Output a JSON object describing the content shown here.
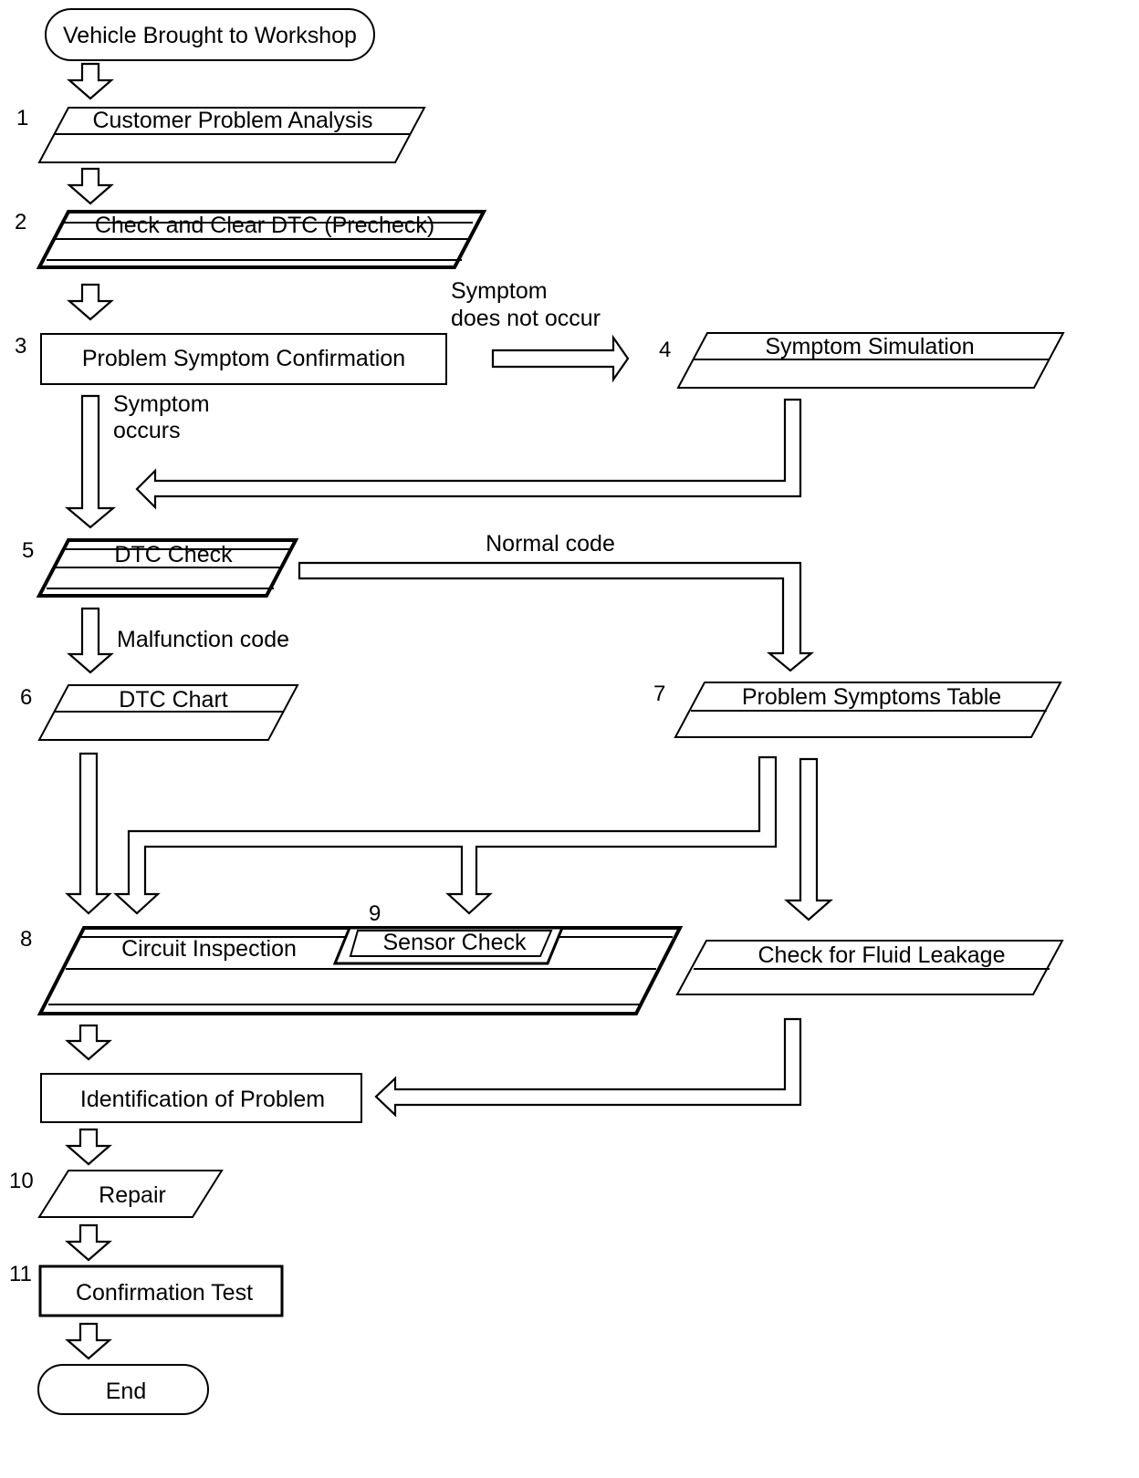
{
  "steps": {
    "start": "Vehicle Brought to Workshop",
    "s1": "Customer Problem Analysis",
    "s2": "Check and Clear DTC (Precheck)",
    "s3": "Problem Symptom Confirmation",
    "s4": "Symptom Simulation",
    "s5": "DTC Check",
    "s6": "DTC Chart",
    "s7": "Problem Symptoms Table",
    "s8": "Circuit Inspection",
    "s9": "Sensor Check",
    "fluid": "Check for Fluid Leakage",
    "ident": "Identification of Problem",
    "s10": "Repair",
    "s11": "Confirmation Test",
    "end": "End"
  },
  "numbers": {
    "n1": "1",
    "n2": "2",
    "n3": "3",
    "n4": "4",
    "n5": "5",
    "n6": "6",
    "n7": "7",
    "n8": "8",
    "n9": "9",
    "n10": "10",
    "n11": "11"
  },
  "notes": {
    "not_occur_1": "Symptom",
    "not_occur_2": "does not occur",
    "occurs_1": "Symptom",
    "occurs_2": "occurs",
    "normal_code": "Normal code",
    "malfunction_code": "Malfunction code"
  }
}
